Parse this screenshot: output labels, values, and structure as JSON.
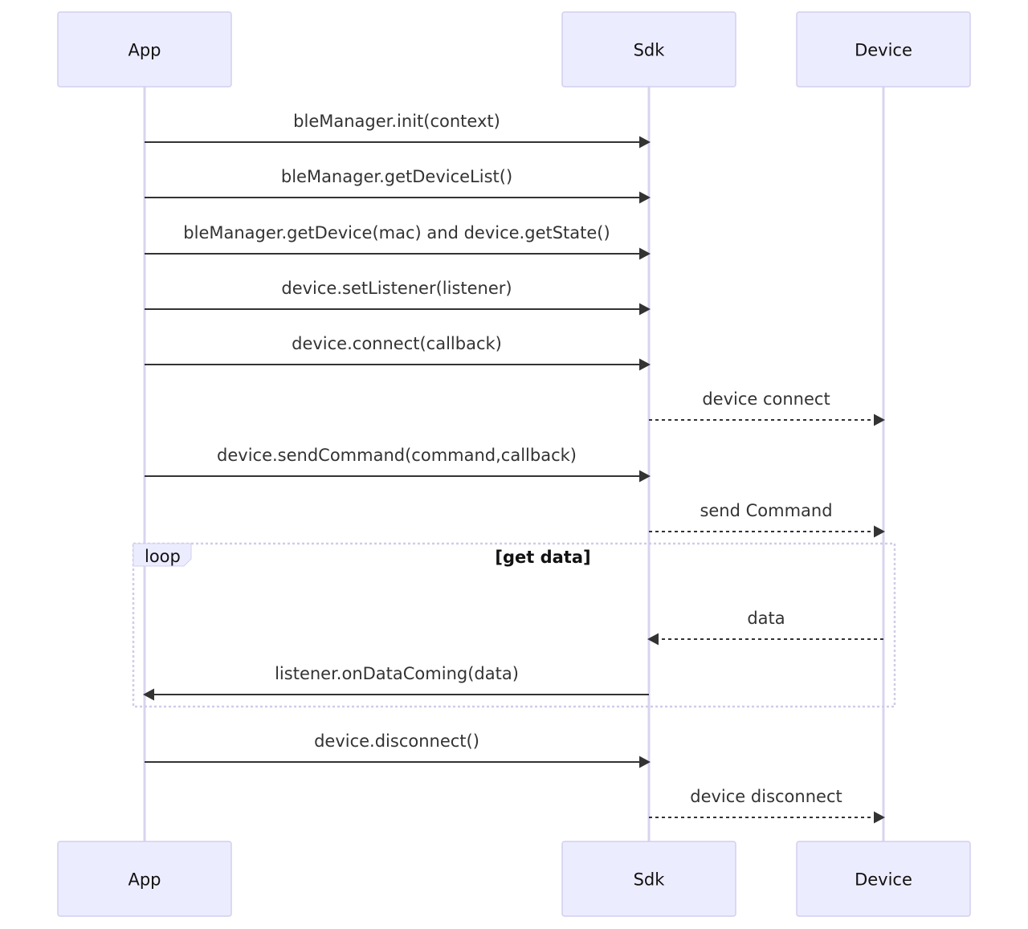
{
  "actors": [
    {
      "id": "app",
      "label": "App"
    },
    {
      "id": "sdk",
      "label": "Sdk"
    },
    {
      "id": "device",
      "label": "Device"
    }
  ],
  "messages": [
    {
      "from": "app",
      "to": "sdk",
      "label": "bleManager.init(context)",
      "style": "solid"
    },
    {
      "from": "app",
      "to": "sdk",
      "label": "bleManager.getDeviceList()",
      "style": "solid"
    },
    {
      "from": "app",
      "to": "sdk",
      "label": "bleManager.getDevice(mac) and device.getState()",
      "style": "solid"
    },
    {
      "from": "app",
      "to": "sdk",
      "label": "device.setListener(listener)",
      "style": "solid"
    },
    {
      "from": "app",
      "to": "sdk",
      "label": "device.connect(callback)",
      "style": "solid"
    },
    {
      "from": "sdk",
      "to": "device",
      "label": "device connect",
      "style": "dotted"
    },
    {
      "from": "app",
      "to": "sdk",
      "label": "device.sendCommand(command,callback)",
      "style": "solid"
    },
    {
      "from": "sdk",
      "to": "device",
      "label": "send Command",
      "style": "dotted"
    },
    {
      "from": "device",
      "to": "sdk",
      "label": "data",
      "style": "dotted"
    },
    {
      "from": "sdk",
      "to": "app",
      "label": "listener.onDataComing(data)",
      "style": "solid"
    },
    {
      "from": "app",
      "to": "sdk",
      "label": "device.disconnect()",
      "style": "solid"
    },
    {
      "from": "sdk",
      "to": "device",
      "label": "device disconnect",
      "style": "dotted"
    }
  ],
  "loop": {
    "label": "loop",
    "condition": "[get data]"
  },
  "colors": {
    "actor_fill": "#ececff",
    "actor_stroke": "#d2cfee",
    "lifeline": "#d8d4ee",
    "arrow": "#333333"
  }
}
